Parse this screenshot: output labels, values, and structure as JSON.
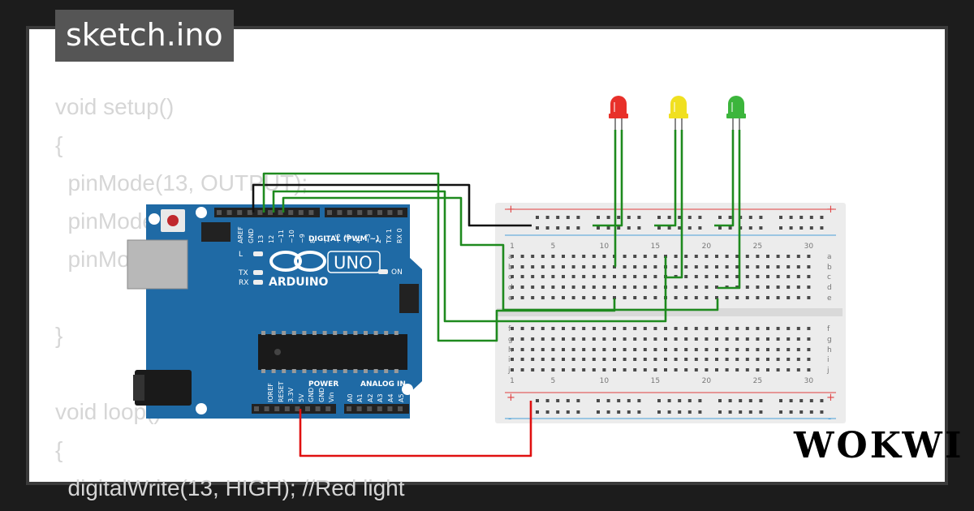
{
  "project": {
    "file_name": "sketch.ino",
    "brand": "WOKWI"
  },
  "code_lines": [
    "void setup()",
    "{",
    "  pinMode(13, OUTPUT);",
    "  pinMode(12, OUTPUT);",
    "  pinMode(11, OUTPUT);",
    "",
    "}",
    "",
    "void loop()",
    "{",
    "  digitalWrite(13, HIGH); //Red light"
  ],
  "arduino": {
    "model": "UNO",
    "brand": "ARDUINO",
    "digital_header": "DIGITAL (PWM ~)",
    "top_pins": [
      "AREF",
      "GND",
      "13",
      "12",
      "~11",
      "~10",
      "~9",
      "8",
      "7",
      "~6",
      "~5",
      "4",
      "~3",
      "2",
      "TX 1",
      "RX 0"
    ],
    "power_header": "POWER",
    "analog_header": "ANALOG IN",
    "bottom_pins": [
      "IOREF",
      "RESET",
      "3.3V",
      "5V",
      "GND",
      "GND",
      "Vin",
      "A0",
      "A1",
      "A2",
      "A3",
      "A4",
      "A5"
    ],
    "led_labels": [
      "L",
      "TX",
      "RX"
    ],
    "on_label": "ON"
  },
  "breadboard": {
    "column_labels": [
      "1",
      "5",
      "10",
      "15",
      "20",
      "25",
      "30"
    ],
    "rows_top": [
      "a",
      "b",
      "c",
      "d",
      "e"
    ],
    "rows_bottom": [
      "f",
      "g",
      "h",
      "i",
      "j"
    ],
    "plus": "+",
    "minus": "-"
  },
  "leds": [
    {
      "name": "red",
      "color": "#e8302a"
    },
    {
      "name": "yellow",
      "color": "#f0e020"
    },
    {
      "name": "green",
      "color": "#3cb53c"
    }
  ],
  "colors": {
    "board": "#1f6aa5",
    "wire_green": "#1e8a1e",
    "wire_black": "#111111",
    "wire_red": "#e01010"
  }
}
